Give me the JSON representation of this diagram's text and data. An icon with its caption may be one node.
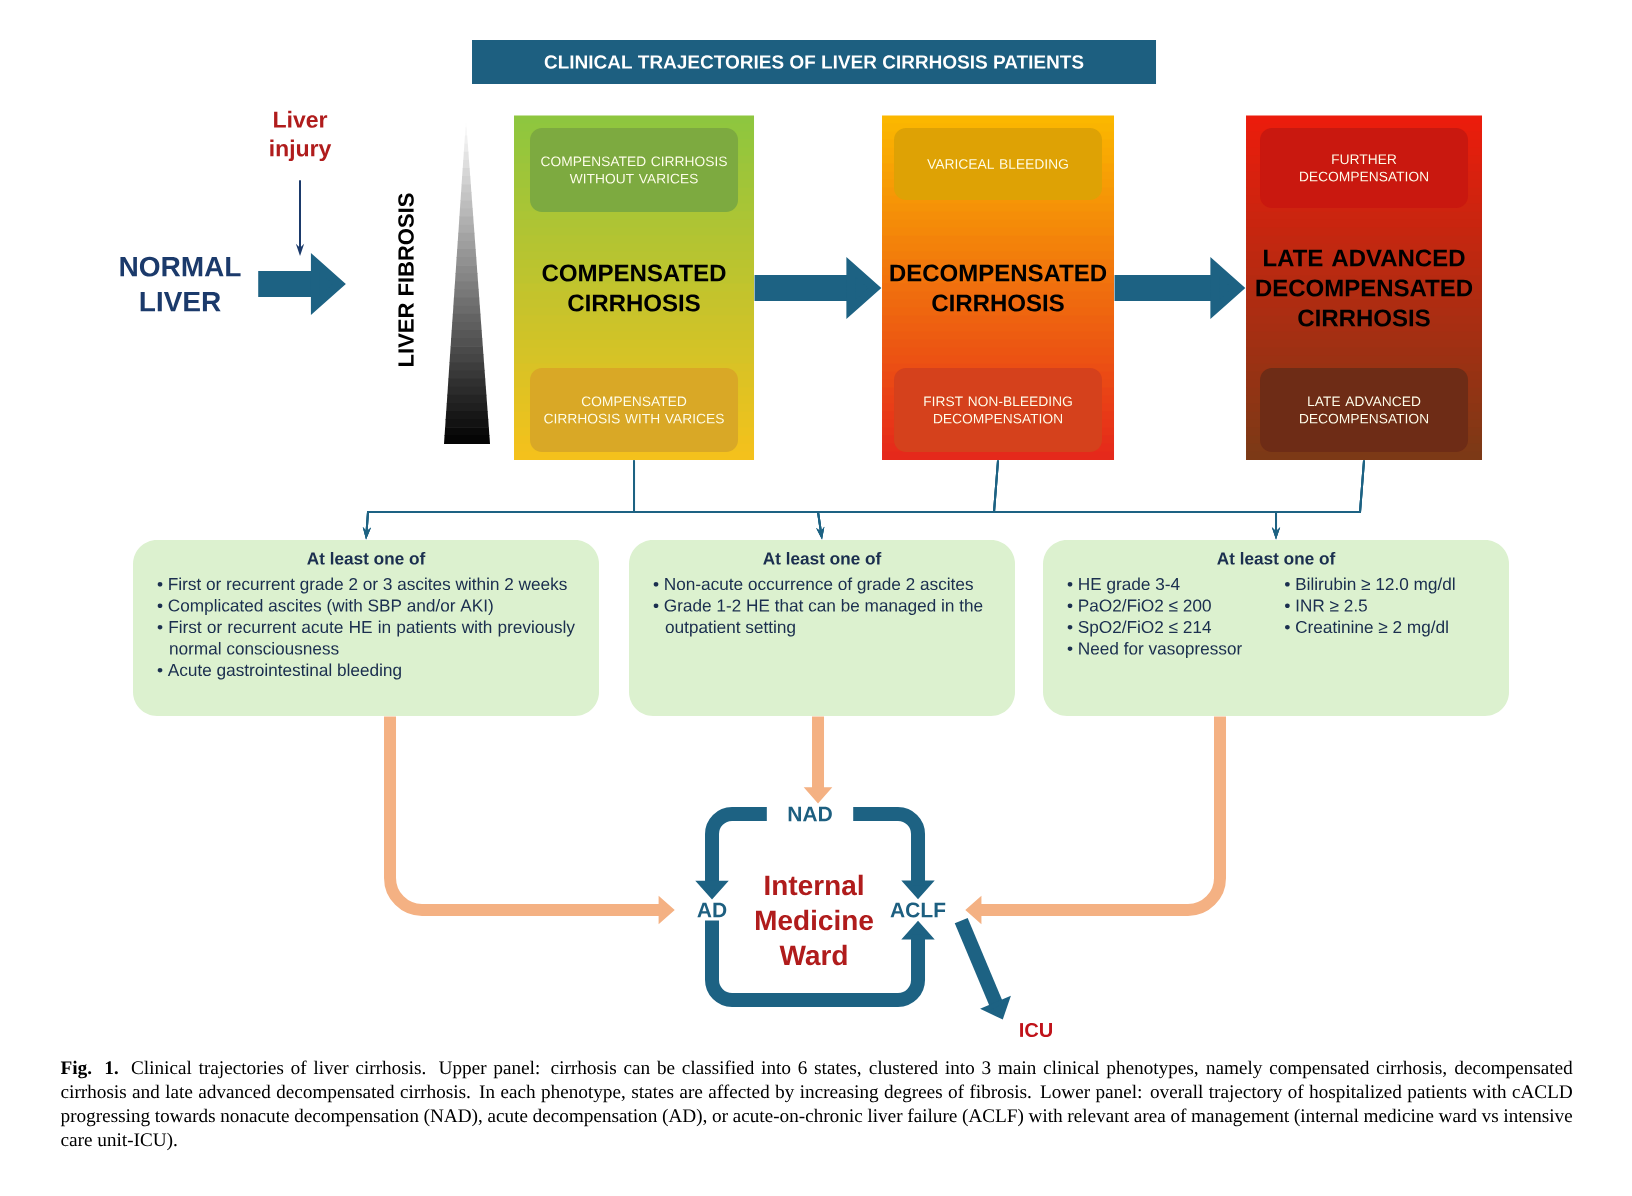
{
  "diagram": {
    "title": "CLINICAL TRAJECTORIES OF LIVER CIRRHOSIS PATIENTS",
    "caption": "**Fig. 1.** Clinical trajectories of liver cirrhosis. Upper panel: cirrhosis can be classified into 6 states, clustered into 3 main clinical phenotypes, namely compensated cirrhosis, decompensated cirrhosis and late advanced decompensated cirrhosis. In each phenotype, states are affected by increasing degrees of fibrosis. Lower panel: overall trajectory of hospitalized patients with cACLD progressing towards nonacute decompensation (NAD), acute decompensation (AD), or acute-on-chronic liver failure (ACLF) with relevant area of management (internal medicine ward vs intensive care unit-ICU).",
    "nodes": [
      {
        "text": [
          "NORMAL LIVER"
        ]
      },
      {
        "text": [
          "Liver injury"
        ]
      },
      {
        "text": [
          "COMPENSATED CIRRHOSIS"
        ]
      },
      {
        "text": [
          "COMPENSATED CIRRHOSIS WITHOUT VARICES"
        ],
        "in": 2
      },
      {
        "text": [
          "COMPENSATED CIRRHOSIS WITH VARICES"
        ],
        "in": 2
      },
      {
        "text": [
          "DECOMPENSATED CIRRHOSIS"
        ]
      },
      {
        "text": [
          "VARICEAL BLEEDING"
        ],
        "in": 5
      },
      {
        "text": [
          "FIRST NON-BLEEDING DECOMPENSATION"
        ],
        "in": 5
      },
      {
        "text": [
          "LATE ADVANCED DECOMPENSATED CIRRHOSIS"
        ]
      },
      {
        "text": [
          "FURTHER DECOMPENSATION"
        ],
        "in": 8
      },
      {
        "text": [
          "LATE ADVANCED DECOMPENSATION"
        ],
        "in": 8
      },
      {
        "text": [
          "At least one of",
          "• First or recurrent grade 2 or 3 ascites within 2 weeks",
          "• Complicated ascites (with SBP and/or AKI)",
          "• First or recurrent acute HE in patients with previously normal consciousness",
          "• Acute gastrointestinal bleeding"
        ]
      },
      {
        "text": [
          "At least one of",
          "• Non-acute occurrence of grade 2 ascites",
          "• Grade 1-2 HE that can be managed in the outpatient setting"
        ]
      },
      {
        "text": [
          "At least one of",
          "• HE grade 3-4",
          "• PaO2/FiO2 ≤ 200",
          "• SpO2/FiO2 ≤ 214",
          "• Need for vasopressor",
          "• Bilirubin ≥ 12.0 mg/dl",
          "• INR ≥ 2.5",
          "• Creatinine ≥ 2 mg/dl"
        ]
      },
      {
        "text": [
          "NAD"
        ]
      },
      {
        "text": [
          "AD"
        ]
      },
      {
        "text": [
          "ACLF"
        ]
      },
      {
        "text": [
          "ICU"
        ]
      }
    ],
    "edges": [
      {
        "from": 0,
        "to": null,
        "arrow": "to",
        "style": "thick"
      },
      {
        "from": 1,
        "to": null,
        "arrow": "to",
        "color": "#1b3a6b"
      },
      {
        "from": 2,
        "to": 5,
        "arrow": "to",
        "style": "thick"
      },
      {
        "from": 5,
        "to": 8,
        "arrow": "to",
        "style": "thick"
      },
      {
        "from": 2,
        "to": 11,
        "arrow": "to"
      },
      {
        "from": 2,
        "to": 12,
        "arrow": "to"
      },
      {
        "from": 2,
        "to": 13,
        "arrow": "to"
      },
      {
        "from": 5,
        "to": 11,
        "arrow": "to"
      },
      {
        "from": 5,
        "to": 12,
        "arrow": "to"
      },
      {
        "from": 5,
        "to": 13,
        "arrow": "to"
      },
      {
        "from": 8,
        "to": 11,
        "arrow": "to"
      },
      {
        "from": 8,
        "to": 12,
        "arrow": "to"
      },
      {
        "from": 8,
        "to": 13,
        "arrow": "to"
      },
      {
        "from": 11,
        "to": 15,
        "arrow": "to",
        "style": "thick",
        "color": "#f4b183"
      },
      {
        "from": 12,
        "to": 14,
        "arrow": "to",
        "style": "thick",
        "color": "#f4b183"
      },
      {
        "from": 13,
        "to": 16,
        "arrow": "to",
        "style": "thick",
        "color": "#f4b183"
      },
      {
        "from": 14,
        "to": 15,
        "arrow": "to",
        "style": "thick"
      },
      {
        "from": 14,
        "to": 16,
        "arrow": "to",
        "style": "thick"
      },
      {
        "from": 15,
        "to": 16,
        "arrow": "to",
        "style": "thick"
      },
      {
        "from": 16,
        "to": 17,
        "arrow": "to",
        "style": "thick"
      }
    ],
    "labels": [
      "LIVER FIBROSIS",
      "Internal Medicine Ward"
    ]
  }
}
